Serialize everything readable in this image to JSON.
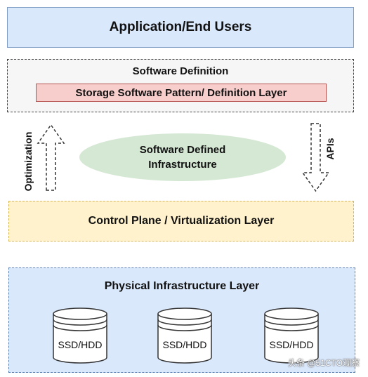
{
  "application_box": {
    "label": "Application/End Users"
  },
  "software_definition": {
    "title": "Software Definition",
    "storage_layer": "Storage Software Pattern/ Definition Layer"
  },
  "middle": {
    "ellipse_line1": "Software Defined",
    "ellipse_line2": "Infrastructure",
    "left_arrow_label": "Optimization",
    "right_arrow_label": "APIs"
  },
  "control_plane": {
    "label": "Control Plane / Virtualization Layer"
  },
  "physical": {
    "title": "Physical Infrastructure Layer",
    "disks": [
      {
        "label": "SSD/HDD"
      },
      {
        "label": "SSD/HDD"
      },
      {
        "label": "SSD/HDD"
      }
    ]
  },
  "watermark": "头条 @51CTO观察",
  "colors": {
    "app_fill": "#dae8fc",
    "storage_fill": "#f8cecc",
    "ellipse_fill": "#d5e8d4",
    "control_fill": "#fff2cc",
    "physical_fill": "#dae8fc"
  }
}
